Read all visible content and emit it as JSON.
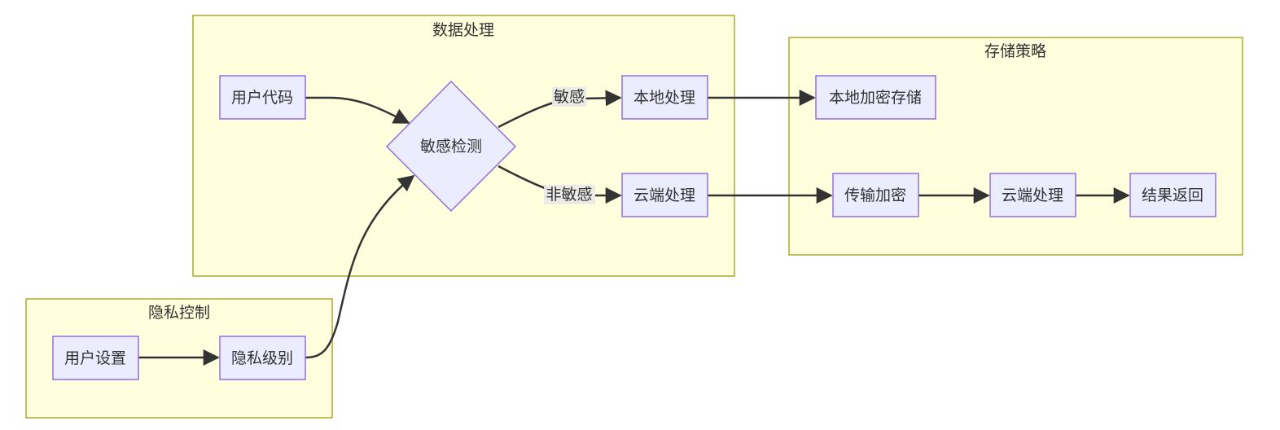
{
  "diagram": {
    "type": "flowchart",
    "direction": "LR",
    "colors": {
      "cluster_fill": "#ffffde",
      "cluster_stroke": "#aaaa33",
      "node_fill": "#ececff",
      "node_stroke": "#9370db",
      "edge": "#333333",
      "edge_label_bg": "#e8e8e8"
    },
    "clusters": {
      "data_processing": "数据处理",
      "storage_strategy": "存储策略",
      "privacy_control": "隐私控制"
    },
    "nodes": {
      "user_code": "用户代码",
      "sensitive_detect": "敏感检测",
      "local_process": "本地处理",
      "cloud_process": "云端处理",
      "local_encrypted_storage": "本地加密存储",
      "transfer_encrypt": "传输加密",
      "cloud_process_2": "云端处理",
      "result_return": "结果返回",
      "user_settings": "用户设置",
      "privacy_level": "隐私级别"
    },
    "edge_labels": {
      "sensitive": "敏感",
      "non_sensitive": "非敏感"
    },
    "edges": [
      {
        "from": "user_code",
        "to": "sensitive_detect"
      },
      {
        "from": "privacy_level",
        "to": "sensitive_detect"
      },
      {
        "from": "sensitive_detect",
        "to": "local_process",
        "label": "敏感"
      },
      {
        "from": "sensitive_detect",
        "to": "cloud_process",
        "label": "非敏感"
      },
      {
        "from": "local_process",
        "to": "local_encrypted_storage"
      },
      {
        "from": "cloud_process",
        "to": "transfer_encrypt"
      },
      {
        "from": "transfer_encrypt",
        "to": "cloud_process_2"
      },
      {
        "from": "cloud_process_2",
        "to": "result_return"
      },
      {
        "from": "user_settings",
        "to": "privacy_level"
      }
    ]
  }
}
